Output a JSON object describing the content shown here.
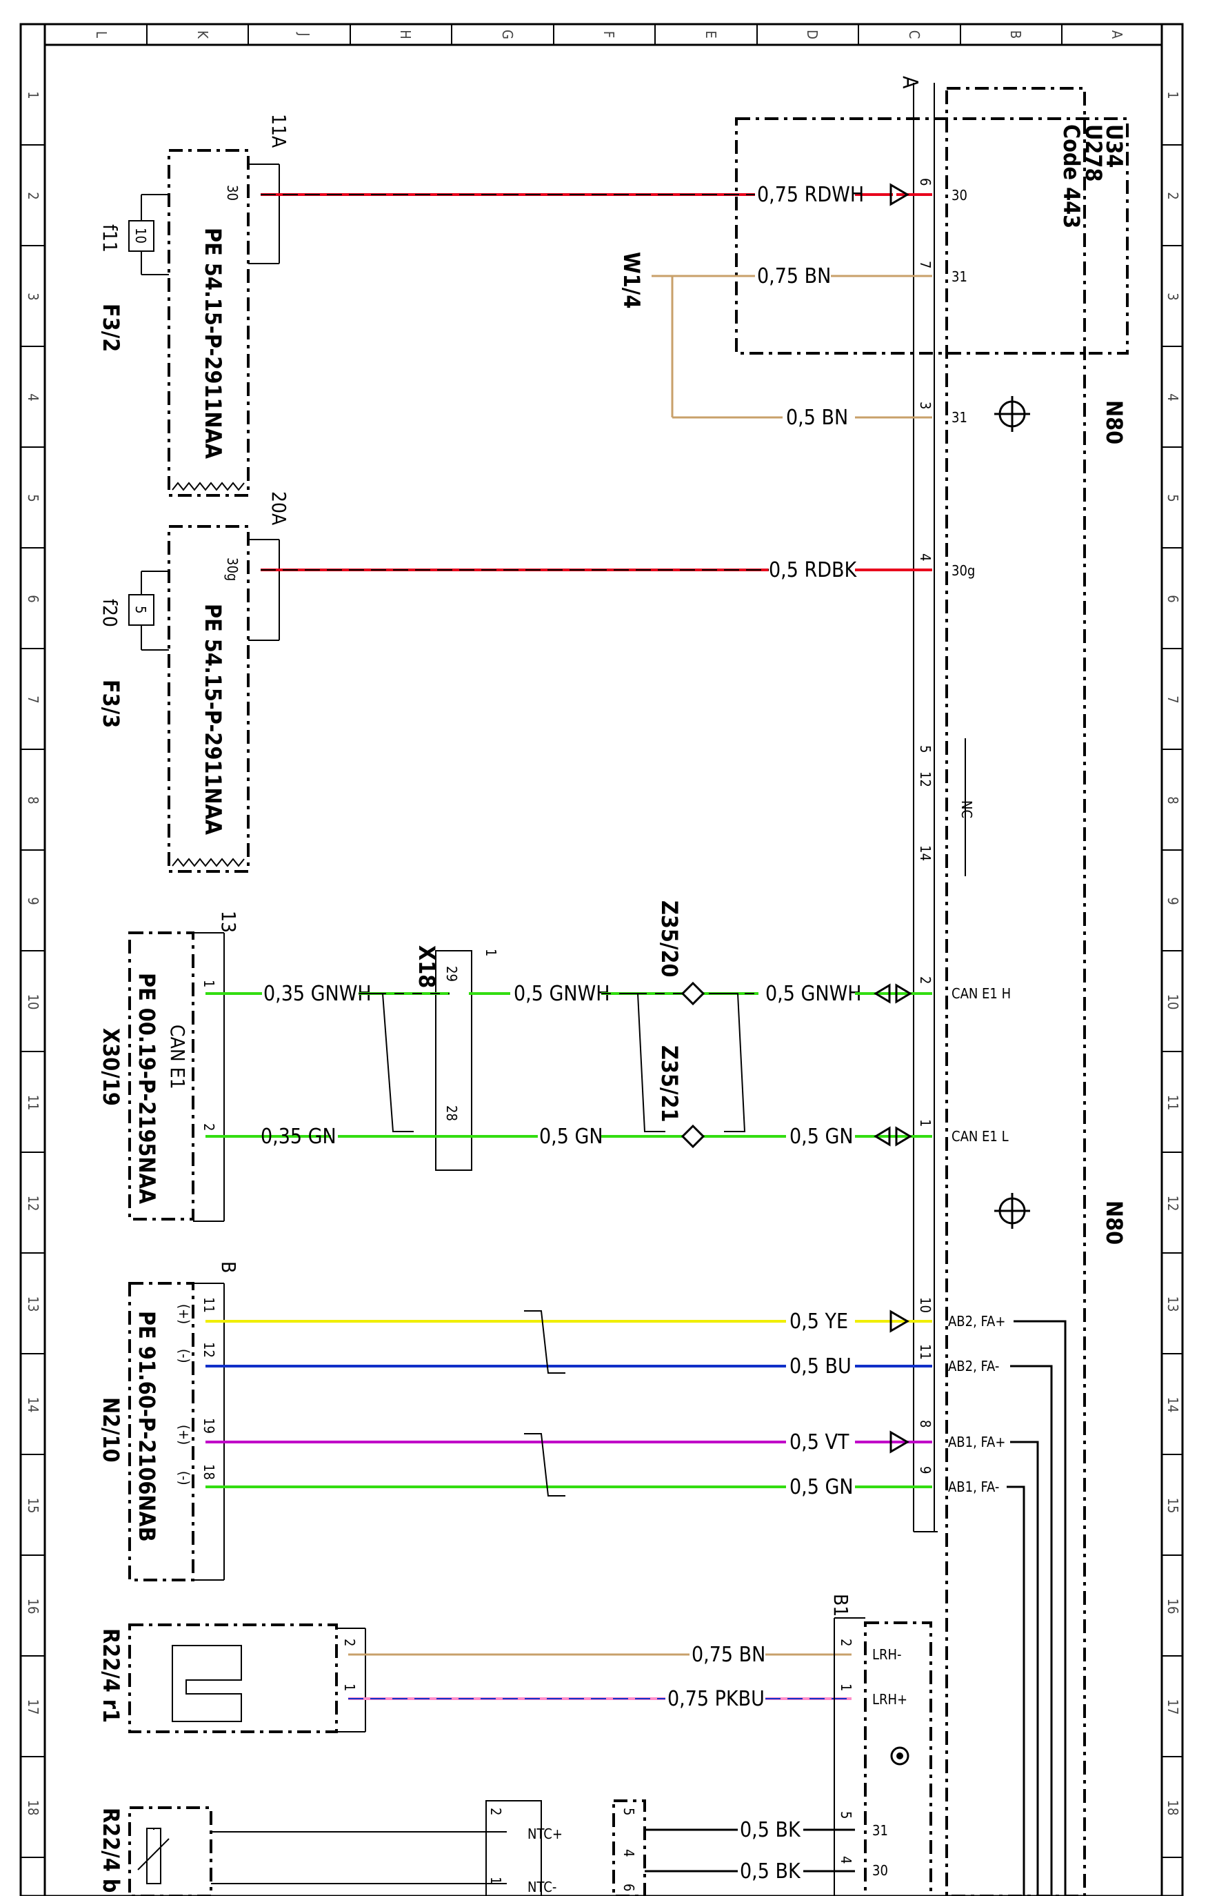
{
  "frame": {
    "col_labels": [
      "L",
      "K",
      "J",
      "H",
      "G",
      "F",
      "E",
      "D",
      "C",
      "B",
      "A"
    ],
    "row_labels": [
      "1",
      "2",
      "3",
      "4",
      "5",
      "6",
      "7",
      "8",
      "9",
      "10",
      "11",
      "12",
      "13",
      "14",
      "15",
      "16",
      "17",
      "18"
    ]
  },
  "components": {
    "u34": {
      "line1": "U34",
      "line2": "U278",
      "line3": "Code 443"
    },
    "n80_top": "N80",
    "n80_bottom": "N80",
    "f3_2": {
      "name": "F3/2",
      "pe": "PE 54.15-P-2911NAA",
      "fuse": "f11",
      "rating": "10",
      "amp": "11A",
      "pin": "30"
    },
    "f3_3": {
      "name": "F3/3",
      "pe": "PE 54.15-P-2911NAA",
      "fuse": "f20",
      "rating": "5",
      "amp": "20A",
      "pin": "30g"
    },
    "x30_19": {
      "name": "X30/19",
      "pe": "PE 00.19-P-2195NAA",
      "sub": "CAN E1",
      "conn": "13",
      "pin1": "1",
      "pin2": "2"
    },
    "n2_10": {
      "name": "N2/10",
      "pe": "PE 91.60-P-2106NAB",
      "conn": "B"
    },
    "x18": {
      "name": "X18",
      "pin_a": "29",
      "pin_b": "28",
      "top": "1"
    },
    "w1_4": "W1/4",
    "z35_20": "Z35/20",
    "z35_21": "Z35/21",
    "r22_4_r1": "R22/4 r1",
    "r22_4_b": "R22/4 b",
    "b1": "B1",
    "connector_a": "A",
    "nc": "NC"
  },
  "wires": {
    "w1": "0,75 RDWH",
    "w2": "0,75 BN",
    "w3": "0,5 BN",
    "w4": "0,5 RDBK",
    "can_h_left": "0,35 GNWH",
    "can_h_mid": "0,5 GNWH",
    "can_h_right": "0,5 GNWH",
    "can_l_left": "0,35 GN",
    "can_l_mid": "0,5 GN",
    "can_l_right": "0,5 GN",
    "ye": "0,5 YE",
    "bu": "0,5 BU",
    "vt": "0,5 VT",
    "gn": "0,5 GN",
    "bn75": "0,75 BN",
    "pkbu": "0,75 PKBU",
    "bk1": "0,5 BK",
    "bk2": "0,5 BK"
  },
  "pins": {
    "p6": "6",
    "p6l": "30",
    "p7": "7",
    "p7l": "31",
    "p3": "3",
    "p3l": "31",
    "p4": "4",
    "p4l": "30g",
    "p5": "5",
    "p12": "12",
    "p14": "14",
    "p2": "2",
    "p2l": "CAN E1 H",
    "p1": "1",
    "p1l": "CAN E1 L",
    "p10": "10",
    "p10l": "AB2, FA+",
    "p11": "11",
    "p11l": "AB2, FA-",
    "p8": "8",
    "p8l": "AB1, FA+",
    "p9": "9",
    "p9l": "AB1, FA-",
    "n2_11": "11",
    "n2_12": "12",
    "n2_19": "19",
    "n2_18": "18",
    "plus": "(+)",
    "minus": "(-)",
    "b1_2": "2",
    "b1_2l": "LRH-",
    "b1_1": "1",
    "b1_1l": "LRH+",
    "b1_5": "5",
    "b1_5l": "31",
    "b1_4": "4",
    "b1_4l": "30",
    "r_2": "2",
    "r_1": "1",
    "ntc_2": "2",
    "ntc_2l": "NTC+",
    "ntc_1": "1",
    "ntc_1l": "NTC-",
    "ntc_5": "5",
    "ntc_4": "4",
    "ntc_6": "6"
  },
  "colors": {
    "RD": "#e8001c",
    "BN": "#c8a06a",
    "GN": "#33dd11",
    "YE": "#f0ee00",
    "BU": "#1030c8",
    "VT": "#c000c8",
    "PK": "#ff8cc8",
    "WH": "#ffffff",
    "BK": "#000000"
  }
}
